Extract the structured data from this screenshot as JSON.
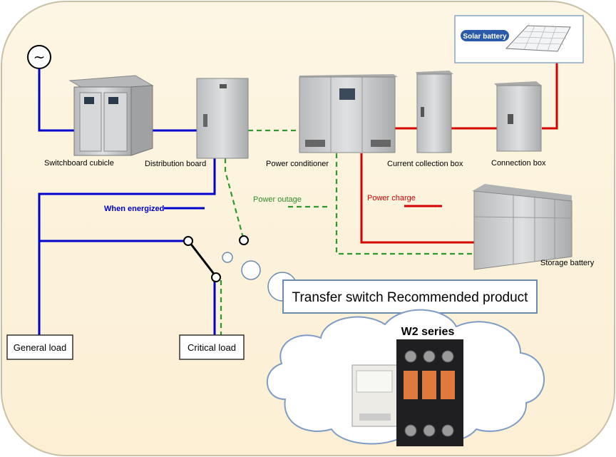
{
  "labels": {
    "switchboard": "Switchboard cubicle",
    "distribution": "Distribution board",
    "power_conditioner": "Power conditioner",
    "current_collection": "Current collection box",
    "connection_box": "Connection box",
    "solar_battery": "Solar battery",
    "power_outage": "Power outage",
    "power_charge": "Power charge",
    "when_energized": "When energized",
    "storage_battery": "Storage battery",
    "general_load": "General load",
    "critical_load": "Critical load",
    "transfer_switch": "Transfer switch Recommended product",
    "w2_series": "W2 series",
    "ac_symbol": "~"
  },
  "colors": {
    "background": "#fdf3dc",
    "blue_line": "#0000cc",
    "green_dashed": "#2e9a2e",
    "red_line": "#d40000",
    "equipment_gray": "#c9cbcc"
  }
}
